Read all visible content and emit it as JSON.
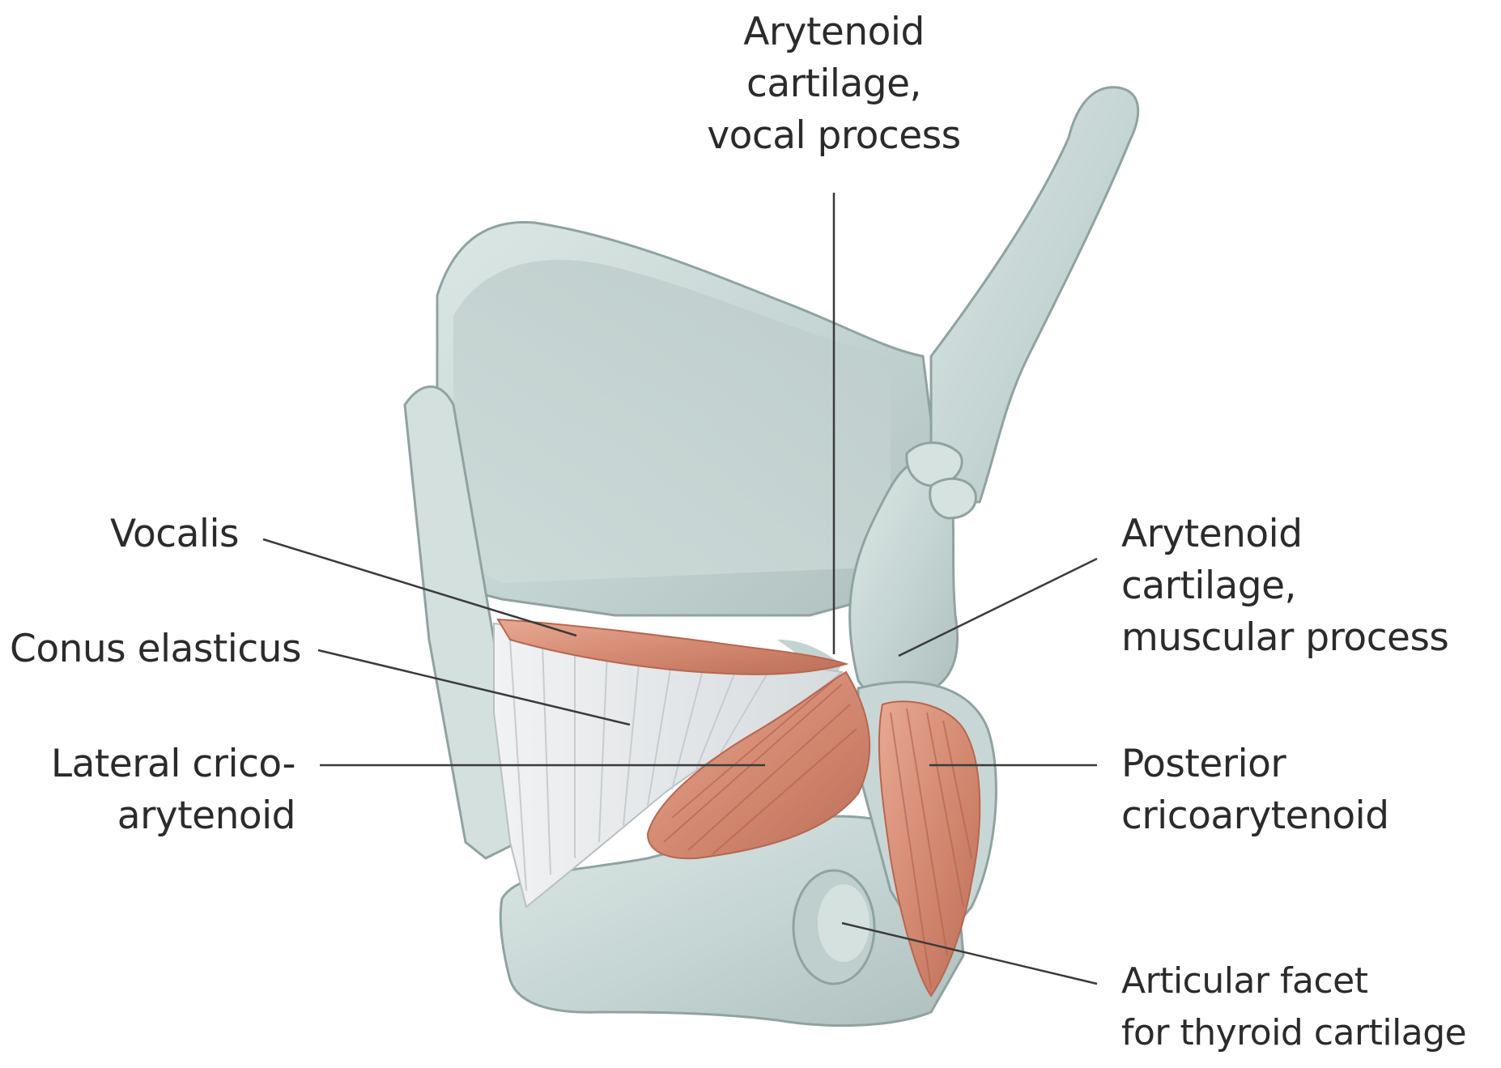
{
  "labels": {
    "arytenoid_vocal": [
      "Arytenoid",
      "cartilage,",
      "vocal process"
    ],
    "vocalis": [
      "Vocalis"
    ],
    "conus": [
      "Conus elasticus"
    ],
    "lateral": [
      "Lateral crico-",
      "arytenoid"
    ],
    "arytenoid_muscular": [
      "Arytenoid",
      "cartilage,",
      "muscular process"
    ],
    "posterior": [
      "Posterior",
      "cricoarytenoid"
    ],
    "facet": [
      "Articular facet",
      "for thyroid cartilage"
    ]
  },
  "colors": {
    "cartilage": "#c9d8d6",
    "cartilage_shadow": "#9fb3b1",
    "muscle": "#d9917a",
    "muscle_dark": "#b8664f",
    "ligament": "#e6e8ea",
    "leader": "#3a3a3a"
  }
}
